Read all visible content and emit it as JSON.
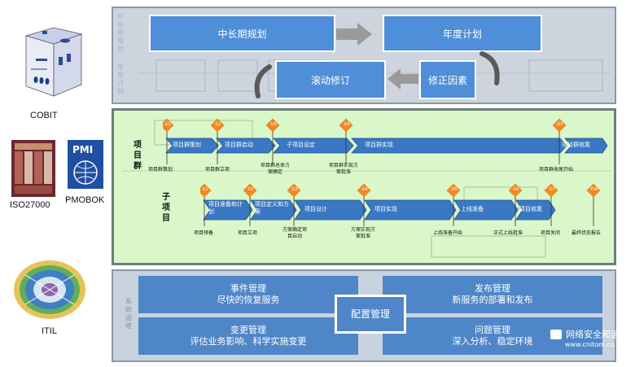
{
  "frameworks": {
    "cobit": "COBIT",
    "iso": "ISO27000",
    "pmbok": "PMOBOK",
    "itil": "ITIL"
  },
  "planning": {
    "long_term": "中长期规划",
    "annual": "年度计划",
    "rolling": "滚动修订",
    "correction": "修正因素",
    "side_top": "中长期规划",
    "side_bottom": "年度计划"
  },
  "program": {
    "label": "项目群",
    "stages": [
      "项目群策划",
      "项目群启动",
      "子项目设定",
      "项目群实现",
      "项目群收尾"
    ],
    "gates": [
      "G1",
      "G2",
      "G3",
      "G4",
      "G5"
    ],
    "milestones": [
      "项目群策划",
      "项目群立项",
      "项目群总体方案确定",
      "项目群实现方案批准",
      "项目群收尾开始"
    ]
  },
  "subproject": {
    "label": "子项目",
    "stages": [
      "项目准备和计划",
      "项目定义和方案",
      "项目设计",
      "项目实现",
      "上线准备",
      "项目收尾"
    ],
    "gates": [
      "G1",
      "G2",
      "G3",
      "G4",
      "G5",
      "G6",
      "G7",
      "FSR"
    ],
    "milestones": [
      "项目预备",
      "项目立项",
      "方案确定项目启动",
      "方案实现方案批准",
      "上线准备开始",
      "正式上线批准",
      "项目关闭",
      "最终状态报告"
    ]
  },
  "operations": {
    "side": "系统运维",
    "incident_title": "事件管理",
    "incident_desc": "尽快的恢复服务",
    "release_title": "发布管理",
    "release_desc": "新服务的部署和发布",
    "change_title": "变更管理",
    "change_desc": "评估业务影响、科学实施变更",
    "problem_title": "问题管理",
    "problem_desc": "深入分析、稳定环境",
    "config": "配置管理"
  },
  "watermark": {
    "brand": "网络安全和运",
    "url": "www.cnitom.co"
  },
  "colors": {
    "box_blue": "#4f8ed8",
    "gate_orange": "#f08a24",
    "chevron_blue": "#3a78c4",
    "mid_bg": "#d9f7c8"
  }
}
